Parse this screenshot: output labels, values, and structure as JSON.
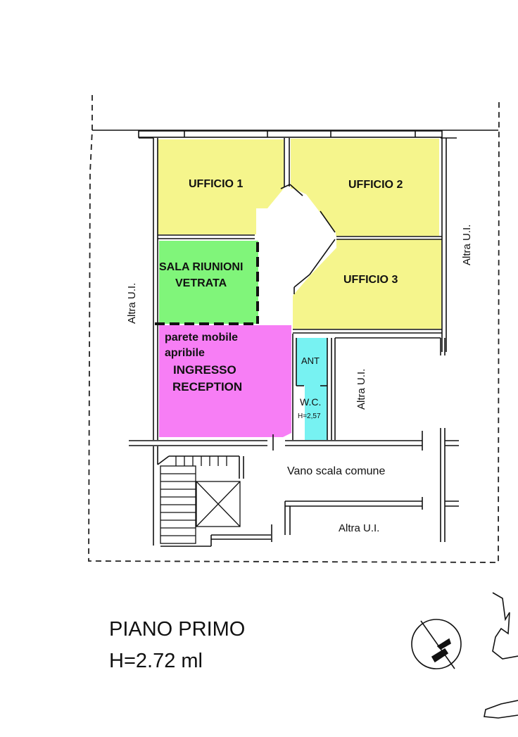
{
  "rooms": {
    "ufficio1": "UFFICIO 1",
    "ufficio2": "UFFICIO 2",
    "ufficio3": "UFFICIO 3",
    "sala_line1": "SALA RIUNIONI",
    "sala_line2": "VETRATA",
    "parete_line1": "parete mobile",
    "parete_line2": "apribile",
    "ingresso_line1": "INGRESSO",
    "ingresso_line2": "RECEPTION",
    "ant": "ANT",
    "wc": "W.C.",
    "wc_height": "H=2,57"
  },
  "labels": {
    "altra_left": "Altra U.I.",
    "altra_right": "Altra U.I.",
    "altra_middle": "Altra U.I.",
    "altra_bottom": "Altra U.I.",
    "vano_scala": "Vano scala comune"
  },
  "title": {
    "line1": "PIANO PRIMO",
    "line2": "H=2.72 ml"
  },
  "colors": {
    "office_yellow": "#f5f58c",
    "meeting_green": "#80f57a",
    "reception_magenta": "#f77ef5",
    "wc_cyan": "#77f2f2"
  }
}
